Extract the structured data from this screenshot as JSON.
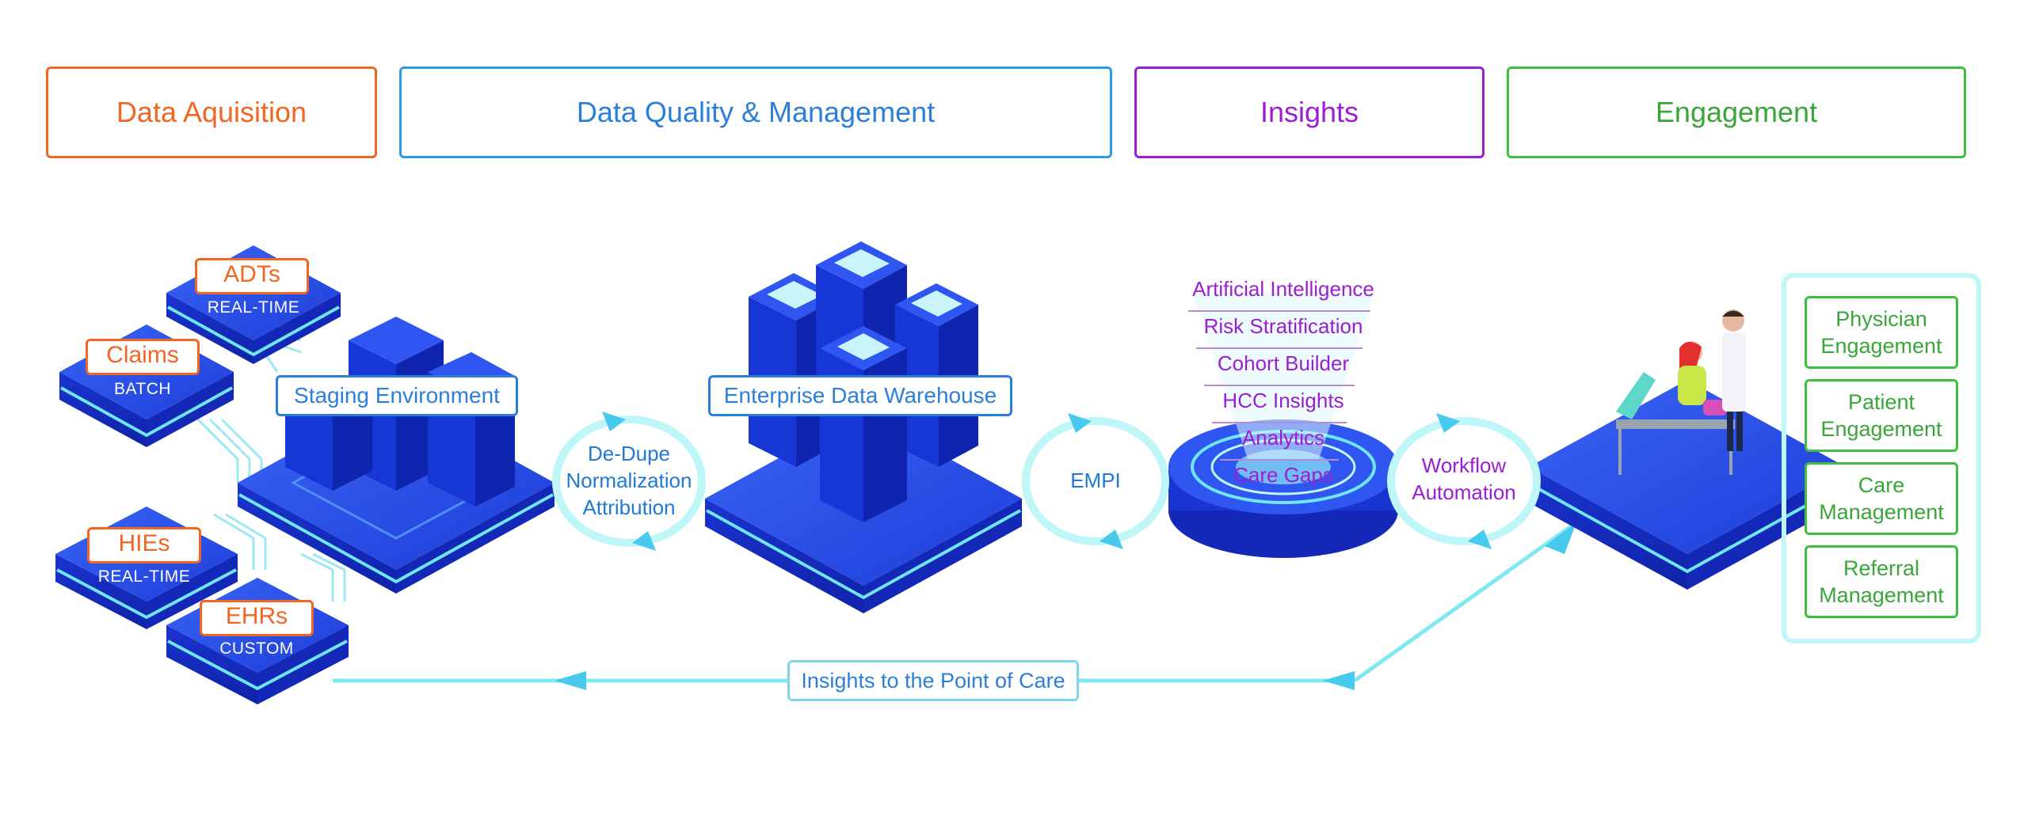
{
  "headers": {
    "acquisition": "Data Aquisition",
    "quality": "Data Quality & Management",
    "insights": "Insights",
    "engagement": "Engagement"
  },
  "sources": {
    "adts": {
      "label": "ADTs",
      "sub": "REAL-TIME"
    },
    "claims": {
      "label": "Claims",
      "sub": "BATCH"
    },
    "hies": {
      "label": "HIEs",
      "sub": "REAL-TIME"
    },
    "ehrs": {
      "label": "EHRs",
      "sub": "CUSTOM"
    }
  },
  "staging_label": "Staging Environment",
  "edw_label": "Enterprise Data Warehouse",
  "ring1": [
    "De-Dupe",
    "Normalization",
    "Attribution"
  ],
  "ring2": [
    "EMPI"
  ],
  "ring3": [
    "Workflow",
    "Automation"
  ],
  "insights_stack": [
    "Artificial Intelligence",
    "Risk Stratification",
    "Cohort Builder",
    "HCC Insights",
    "Analytics",
    "Care Gaps"
  ],
  "engagement_items": [
    {
      "line1": "Physician",
      "line2": "Engagement"
    },
    {
      "line1": "Patient",
      "line2": "Engagement"
    },
    {
      "line1": "Care",
      "line2": "Management"
    },
    {
      "line1": "Referral",
      "line2": "Management"
    }
  ],
  "feedback_label": "Insights to the Point of Care",
  "colors": {
    "orange": "#f26522",
    "blue": "#2b7fd9",
    "purple": "#9b1fd1",
    "green": "#3fbf3f",
    "platform_dark": "#1530c9",
    "platform_light": "#2f56f0",
    "cyan": "#5fe3f2",
    "cyan_light": "#bff6f8"
  }
}
